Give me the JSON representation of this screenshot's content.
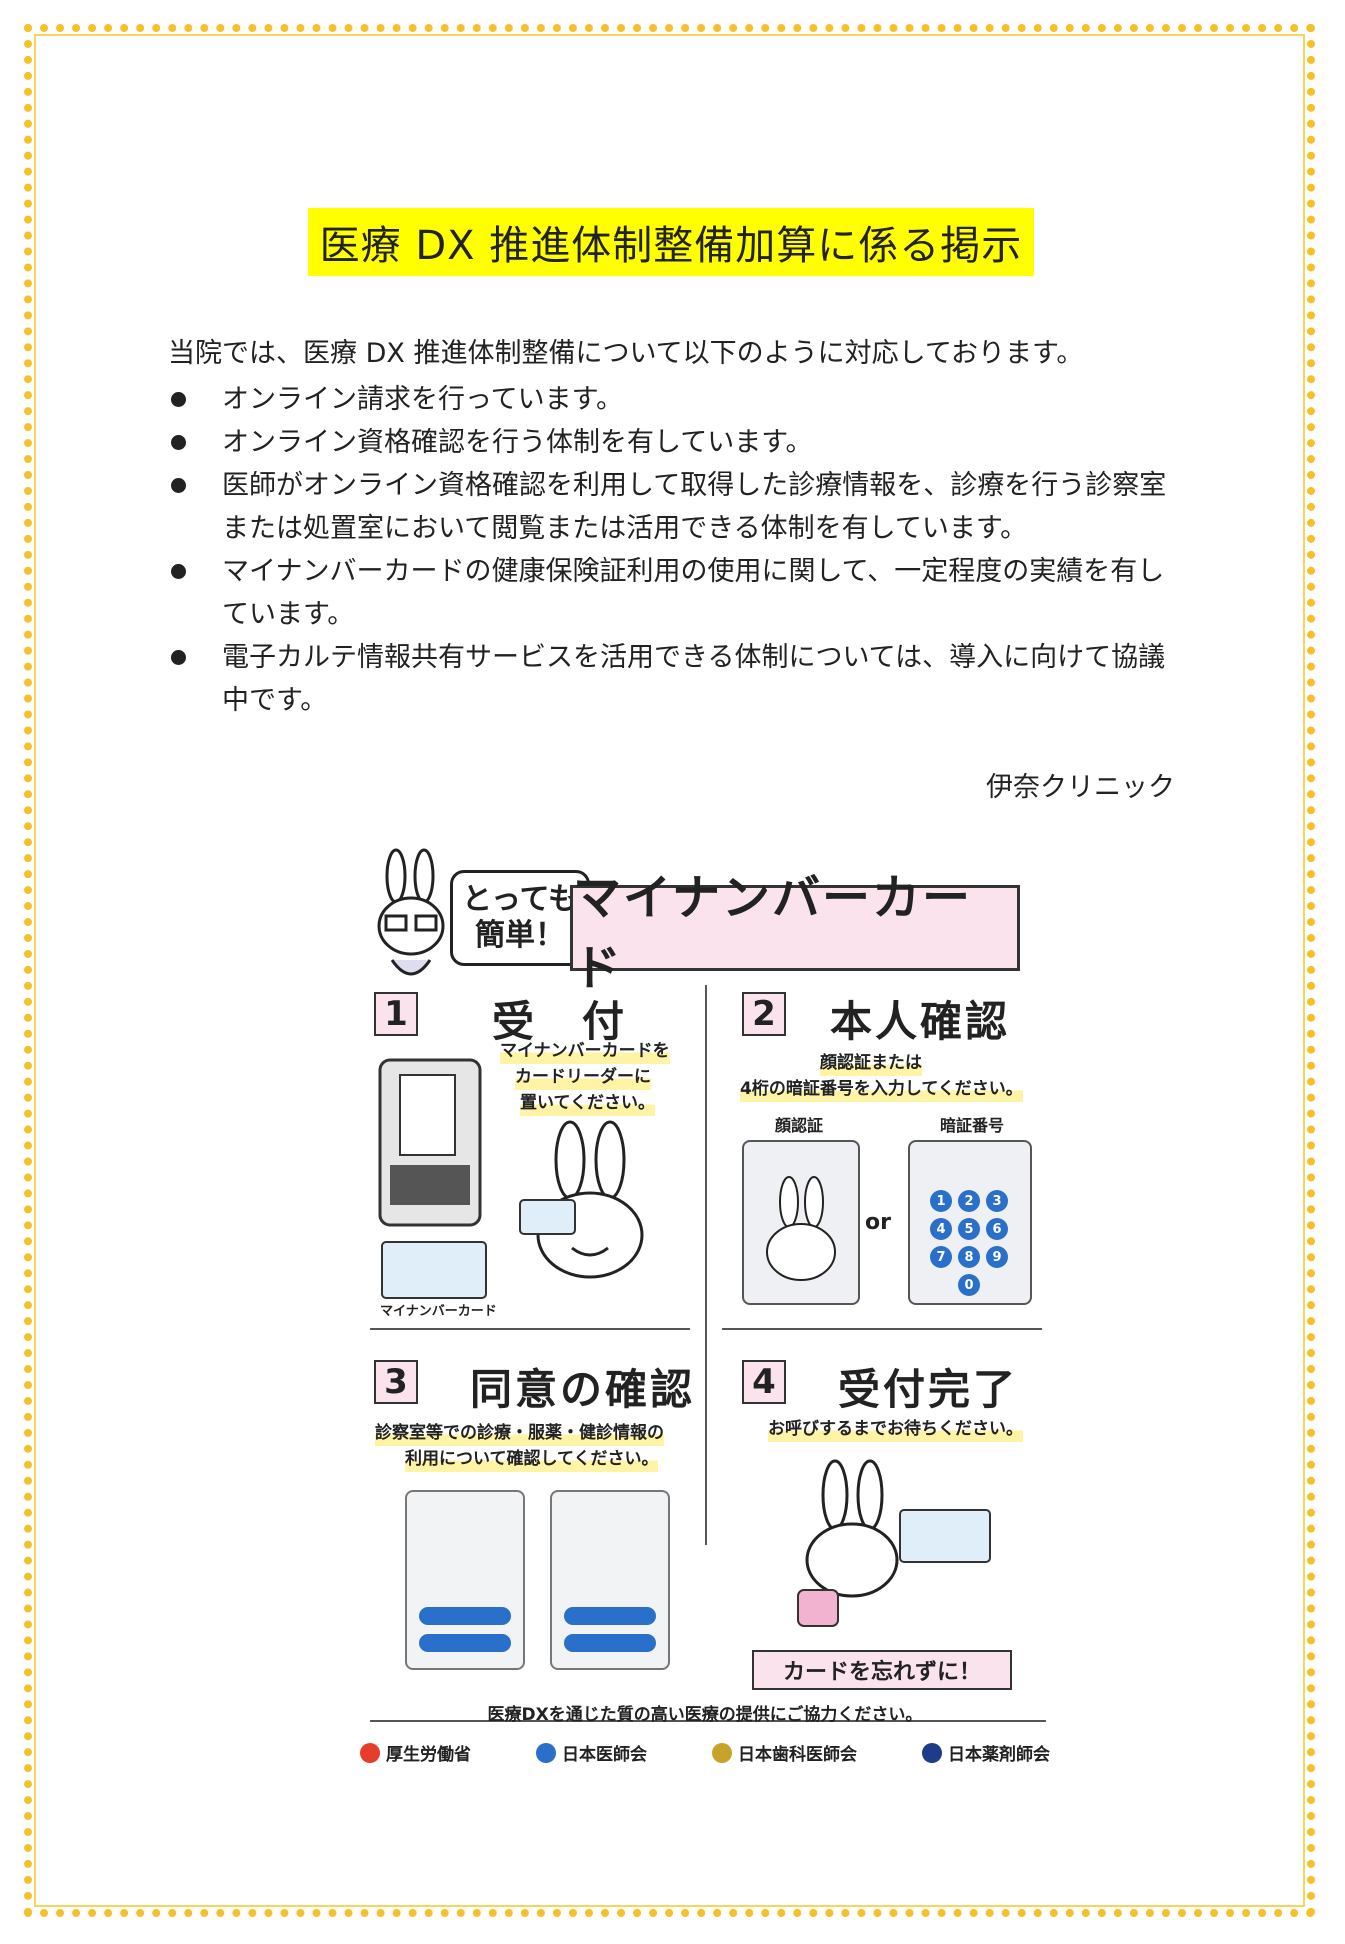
{
  "title": "医療 DX 推進体制整備加算に係る掲示",
  "intro": "当院では、医療 DX 推進体制整備について以下のように対応しております。",
  "bullets": [
    "オンライン請求を行っています。",
    "オンライン資格確認を行う体制を有しています。",
    "医師がオンライン資格確認を利用して取得した診療情報を、診療を行う診察室または処置室において閲覧または活用できる体制を有しています。",
    "マイナンバーカードの健康保険証利用の使用に関して、一定程度の実績を有しています。",
    "電子カルテ情報共有サービスを活用できる体制については、導入に向けて協議中です。"
  ],
  "clinic": "伊奈クリニック",
  "poster": {
    "badge_line1": "とっても",
    "badge_line2": "簡単！",
    "headline": "マイナンバーカード",
    "step1": {
      "num": "1",
      "title": "受　付",
      "desc1": "マイナンバーカードを",
      "desc2": "カードリーダーに",
      "desc3": "置いてください。",
      "card_label": "マイナンバーカード"
    },
    "step2": {
      "num": "2",
      "title": "本人確認",
      "desc1": "顔認証または",
      "desc2": "4桁の暗証番号を入力してください。",
      "face_label": "顔認証",
      "pin_label": "暗証番号",
      "or": "or",
      "keys": [
        "1",
        "2",
        "3",
        "4",
        "5",
        "6",
        "7",
        "8",
        "9",
        "0"
      ]
    },
    "step3": {
      "num": "3",
      "title": "同意の確認",
      "desc1": "診察室等での診療・服薬・健診情報の",
      "desc2": "利用について確認してください。"
    },
    "step4": {
      "num": "4",
      "title": "受付完了",
      "desc1": "お呼びするまでお待ちください。",
      "reminder": "カードを忘れずに！"
    },
    "footer": "医療DXを通じた質の高い医療の提供にご協力ください。",
    "logos": [
      "厚生労働省",
      "日本医師会",
      "日本歯科医師会",
      "日本薬剤師会"
    ]
  },
  "colors": {
    "frame": "#f6c02a",
    "title_bg": "#ffff00",
    "poster_pink": "#fbe3ee",
    "accent_blue": "#2a6fc9"
  }
}
